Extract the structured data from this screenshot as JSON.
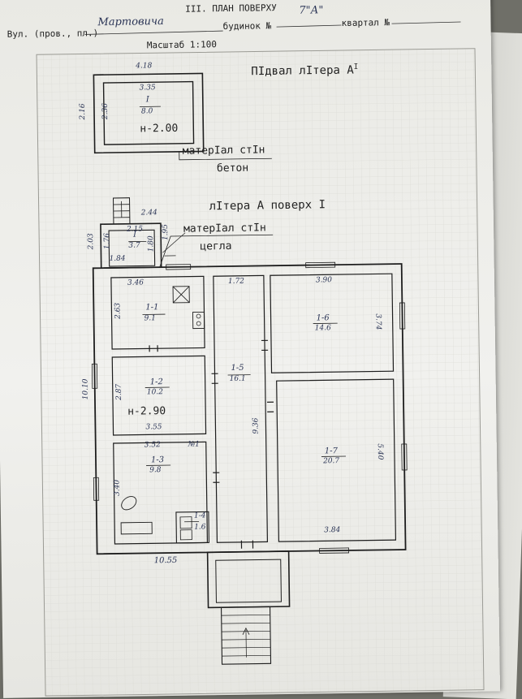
{
  "header": {
    "title": "III. ПЛАН ПОВЕРХУ",
    "street_label": "Вул. (пров., пл.)",
    "street_value": "Мартовича",
    "house_label": "будинок №",
    "house_value": "7\"А\"",
    "block_label": "квартал №",
    "scale": "Масштаб 1:100"
  },
  "basement": {
    "title": "ПІдвал лІтера А",
    "title_sup": "I",
    "dim_top": "4.18",
    "dim_left_outer": "2.16",
    "dim_left_inner": "2.36",
    "dim_top_inner": "3.35",
    "room_number": "I",
    "room_area": "8.0",
    "height": "н-2.00",
    "material_label": "матерІал стІн",
    "material_value": "бетон"
  },
  "floor1": {
    "title": "лІтера А поверх I",
    "material_label": "матерІал стІн",
    "material_value": "цегла",
    "height": "н-2.90",
    "rooms": [
      {
        "number": "I",
        "area": "3.7"
      },
      {
        "number": "1-1",
        "area": "9.1"
      },
      {
        "number": "1-2",
        "area": "10.2"
      },
      {
        "number": "1-3",
        "area": "9.8"
      },
      {
        "number": "1-4",
        "area": "1.6"
      },
      {
        "number": "1-5",
        "area": "16.1"
      },
      {
        "number": "1-6",
        "area": "14.6"
      },
      {
        "number": "1-7",
        "area": "20.7"
      }
    ],
    "dims": {
      "d_244": "2.44",
      "d_215": "2.15",
      "d_195": "1.95",
      "d_203": "2.03",
      "d_176": "1.76",
      "d_180": "1.80",
      "d_184": "1.84",
      "d_346": "3.46",
      "d_263": "2.63",
      "d_172": "1.72",
      "d_390": "3.90",
      "d_374": "3.74",
      "d_1010": "10.10",
      "d_287": "2.87",
      "d_355": "3.55",
      "d_936": "9.36",
      "d_352": "3.52",
      "d_340": "3.40",
      "d_540": "5.40",
      "d_384": "3.84",
      "d_1055": "10.55",
      "note_n1": "№1"
    }
  }
}
